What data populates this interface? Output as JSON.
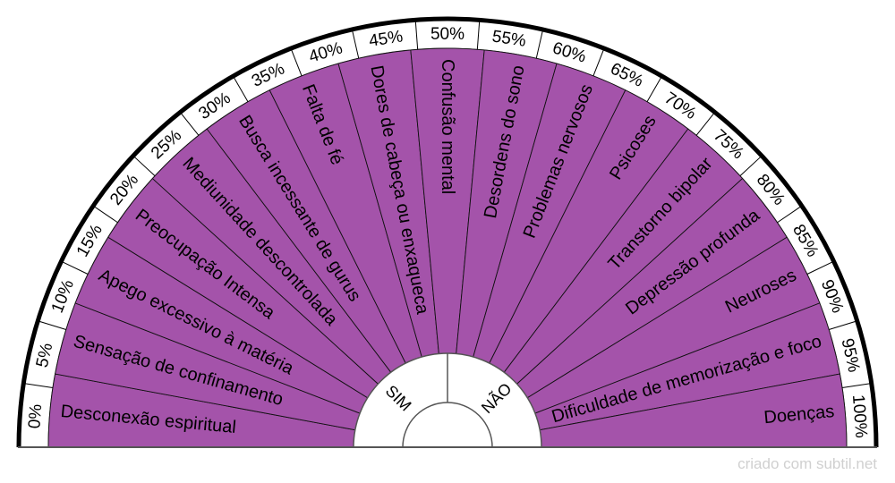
{
  "colors": {
    "sector_fill": "#a453aa",
    "ring_fill": "#ffffff",
    "outline": "#000000"
  },
  "sectors": [
    "Desconexão espiritual",
    "Sensação de confinamento",
    "Apego excessivo à matéria",
    "Preocupação Intensa",
    "Mediunidade descontrolada",
    "Busca incessante de gurus",
    "Falta de fé",
    "Dores de cabeça ou enxaqueca",
    "Confusão mental",
    "Desordens do sono",
    "Problemas nervosos",
    "Psicoses",
    "Transtorno bipolar",
    "Depressão profunda",
    "Neuroses",
    "Dificuldade de memorização e foco",
    "Doenças"
  ],
  "percent_labels": [
    "0%",
    "5%",
    "10%",
    "15%",
    "20%",
    "25%",
    "30%",
    "35%",
    "40%",
    "45%",
    "50%",
    "55%",
    "60%",
    "65%",
    "70%",
    "75%",
    "80%",
    "85%",
    "90%",
    "95%",
    "100%"
  ],
  "inner": {
    "yes_label": "SIM",
    "no_label": "NÃO"
  },
  "watermark": "criado com subtil.net"
}
